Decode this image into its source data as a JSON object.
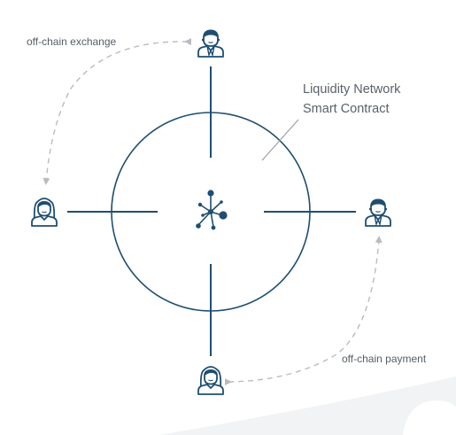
{
  "labels": {
    "top_left": "off-chain exchange",
    "contract_line1": "Liquidity Network",
    "contract_line2": "Smart Contract",
    "bottom_right": "off-chain payment"
  },
  "colors": {
    "line": "#1f4e70",
    "icon": "#1f4e70",
    "arrow": "#b8bcc1",
    "text": "#555e66"
  },
  "icons": {
    "top": "man-user-icon",
    "right": "man-user-icon",
    "left": "woman-user-icon",
    "bottom": "woman-user-icon",
    "center": "network-hub-icon"
  }
}
